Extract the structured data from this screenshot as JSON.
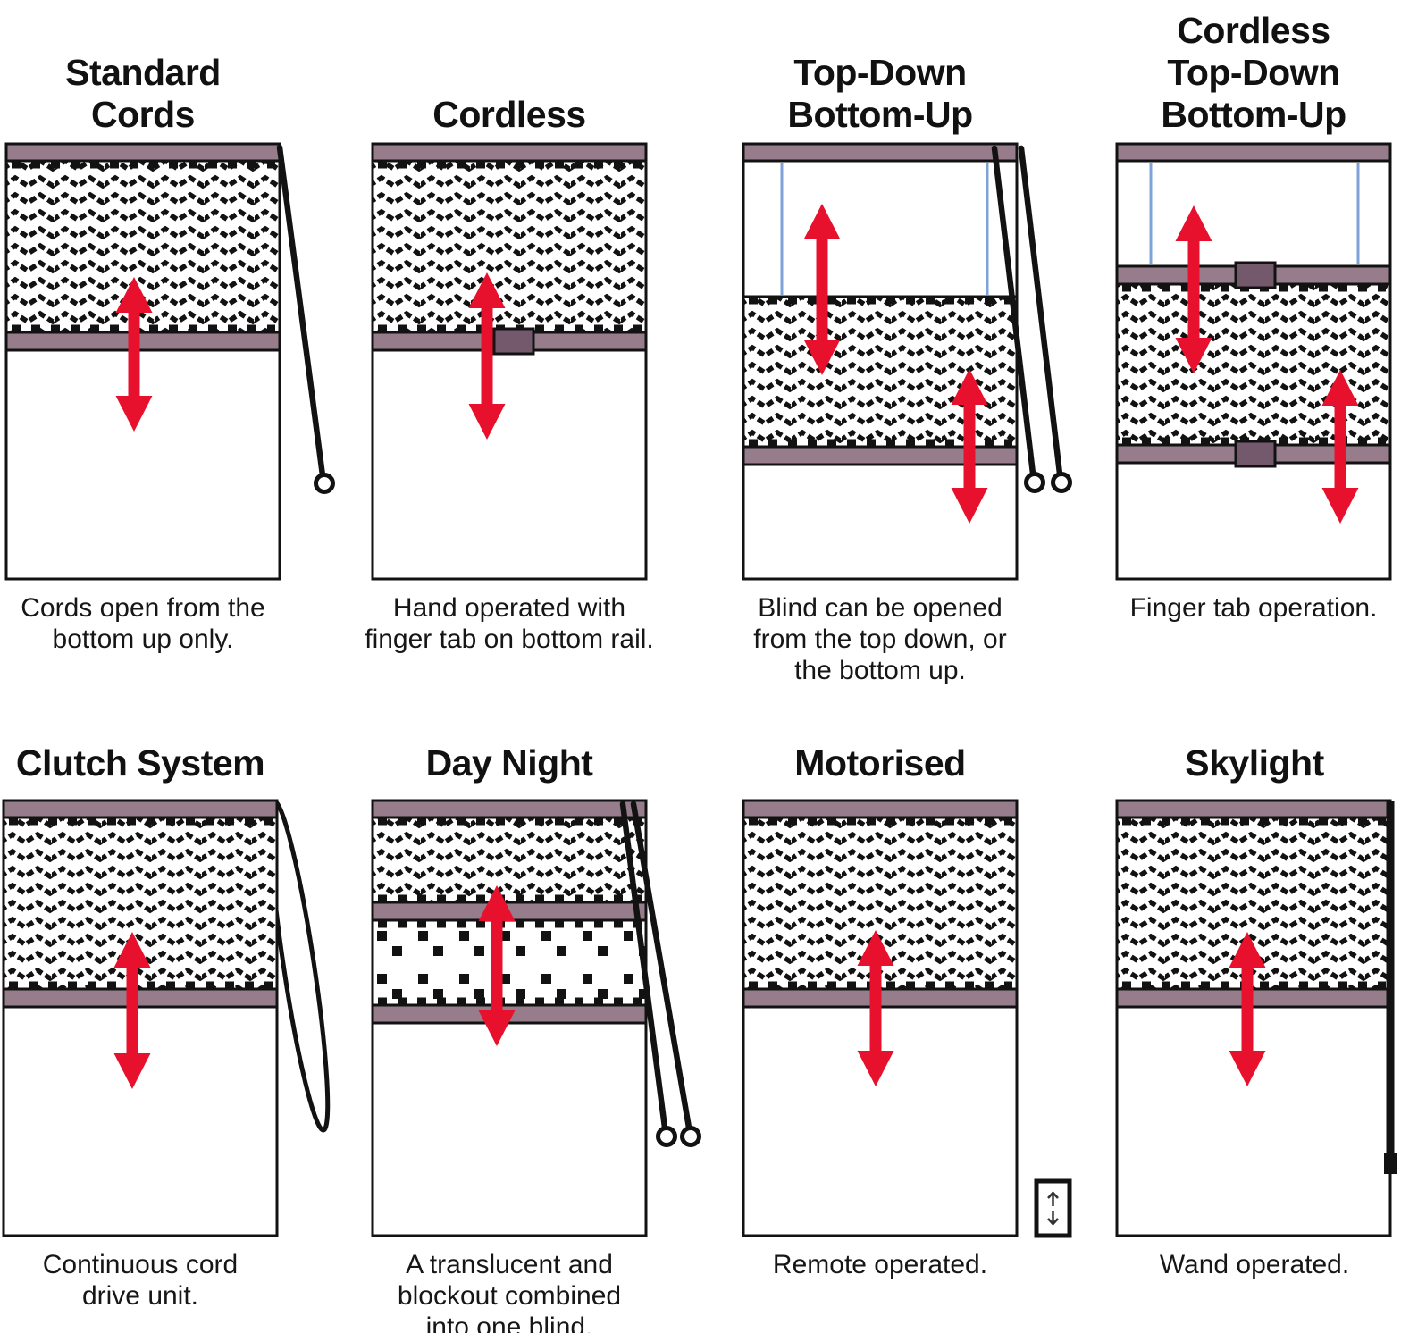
{
  "colors": {
    "rail_mauve": "#977D8C",
    "finger_tab": "#74596D",
    "arrow_red": "#E8112D",
    "cord_blue": "#7FA3D9",
    "outline_black": "#121212"
  },
  "panels": [
    {
      "id": "standard-cords",
      "title": "Standard\nCords",
      "caption": "Cords open from the\nbottom up only."
    },
    {
      "id": "cordless",
      "title": "Cordless",
      "caption": "Hand operated with\nfinger tab on bottom rail."
    },
    {
      "id": "top-down-bottom-up",
      "title": "Top-Down\nBottom-Up",
      "caption": "Blind can be opened\nfrom the top down, or\nthe bottom up."
    },
    {
      "id": "cordless-top-down-bottom-up",
      "title": "Cordless\nTop-Down\nBottom-Up",
      "caption": "Finger tab operation."
    },
    {
      "id": "clutch-system",
      "title": "Clutch System",
      "caption": "Continuous cord\ndrive unit."
    },
    {
      "id": "day-night",
      "title": "Day Night",
      "caption": "A translucent and\nblockout combined\ninto one blind."
    },
    {
      "id": "motorised",
      "title": "Motorised",
      "caption": "Remote operated."
    },
    {
      "id": "skylight",
      "title": "Skylight",
      "caption": "Wand operated."
    }
  ]
}
